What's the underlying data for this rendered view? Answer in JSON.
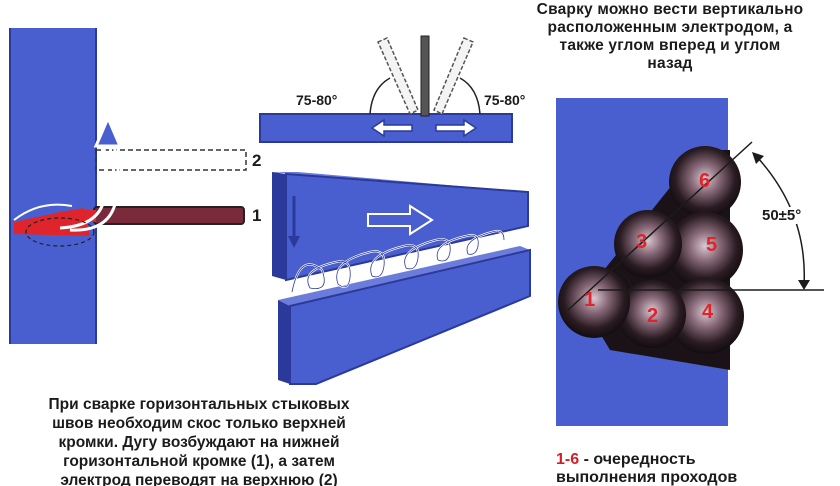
{
  "captions": {
    "top_lines": [
      "Сварку можно вести вертикально",
      "расположенным электродом, а",
      "также углом вперед и углом",
      "назад"
    ],
    "bottom_lines": [
      "При сварке горизонтальных стыковых",
      "швов необходим скос только верхней",
      "кромки. Дугу возбуждают на нижней",
      "горизонтальной кромке (1), а затем",
      "электрод переводят на верхнюю (2)"
    ],
    "passes_range": "1-6",
    "passes_line1": " - очередность",
    "passes_line2": "выполнения проходов"
  },
  "labels": {
    "position_1": "1",
    "position_2": "2",
    "angle_left": "75-80°",
    "angle_right": "75-80°",
    "groove_angle": "50±5°"
  },
  "passes": [
    "1",
    "2",
    "3",
    "4",
    "5",
    "6"
  ],
  "colors": {
    "plate_blue": "#4a5fcf",
    "plate_dark": "#2b3a9a",
    "weld_red": "#e0242b",
    "text_dark": "#1b1b1b",
    "bead_dark": "#1a1216"
  }
}
